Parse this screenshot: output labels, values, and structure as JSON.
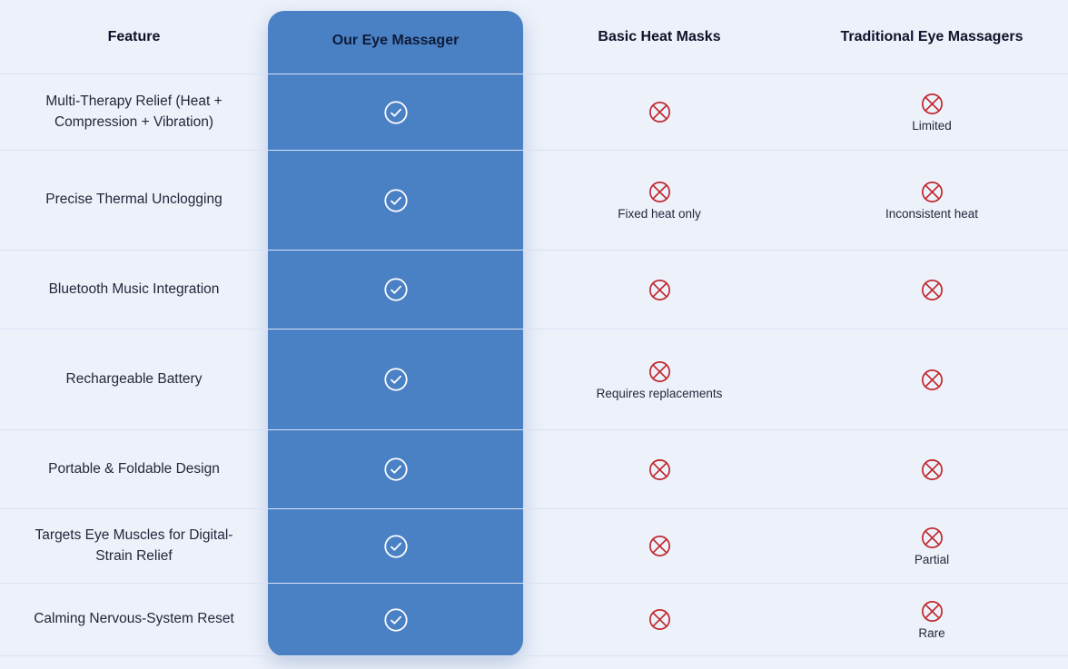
{
  "chart_data": {
    "type": "table",
    "columns": [
      "Feature",
      "Our Eye Massager",
      "Basic Heat Masks",
      "Traditional Eye Massagers"
    ],
    "rows": [
      {
        "feature": "Multi-Therapy Relief (Heat + Compression + Vibration)",
        "our": "yes",
        "basic": "no",
        "basic_note": "",
        "traditional": "no",
        "traditional_note": "Limited"
      },
      {
        "feature": "Precise Thermal Unclogging",
        "our": "yes",
        "basic": "no",
        "basic_note": "Fixed heat only",
        "traditional": "no",
        "traditional_note": "Inconsistent heat"
      },
      {
        "feature": "Bluetooth Music Integration",
        "our": "yes",
        "basic": "no",
        "basic_note": "",
        "traditional": "no",
        "traditional_note": ""
      },
      {
        "feature": "Rechargeable Battery",
        "our": "yes",
        "basic": "no",
        "basic_note": "Requires replacements",
        "traditional": "no",
        "traditional_note": ""
      },
      {
        "feature": "Portable & Foldable Design",
        "our": "yes",
        "basic": "no",
        "basic_note": "",
        "traditional": "no",
        "traditional_note": ""
      },
      {
        "feature": "Targets Eye Muscles for Digital-Strain Relief",
        "our": "yes",
        "basic": "no",
        "basic_note": "",
        "traditional": "no",
        "traditional_note": "Partial"
      },
      {
        "feature": "Calming Nervous-System Reset",
        "our": "yes",
        "basic": "no",
        "basic_note": "",
        "traditional": "no",
        "traditional_note": "Rare"
      }
    ]
  },
  "icons": {
    "yes": "check-circle",
    "no": "cross-circle"
  },
  "colors": {
    "highlight_column": "#4a80c4",
    "cross_red": "#c0262c",
    "check_white": "#ffffff",
    "background": "#edf1fa",
    "divider": "#d9e1f2",
    "header_text": "#11112b",
    "body_text": "#26263a"
  }
}
